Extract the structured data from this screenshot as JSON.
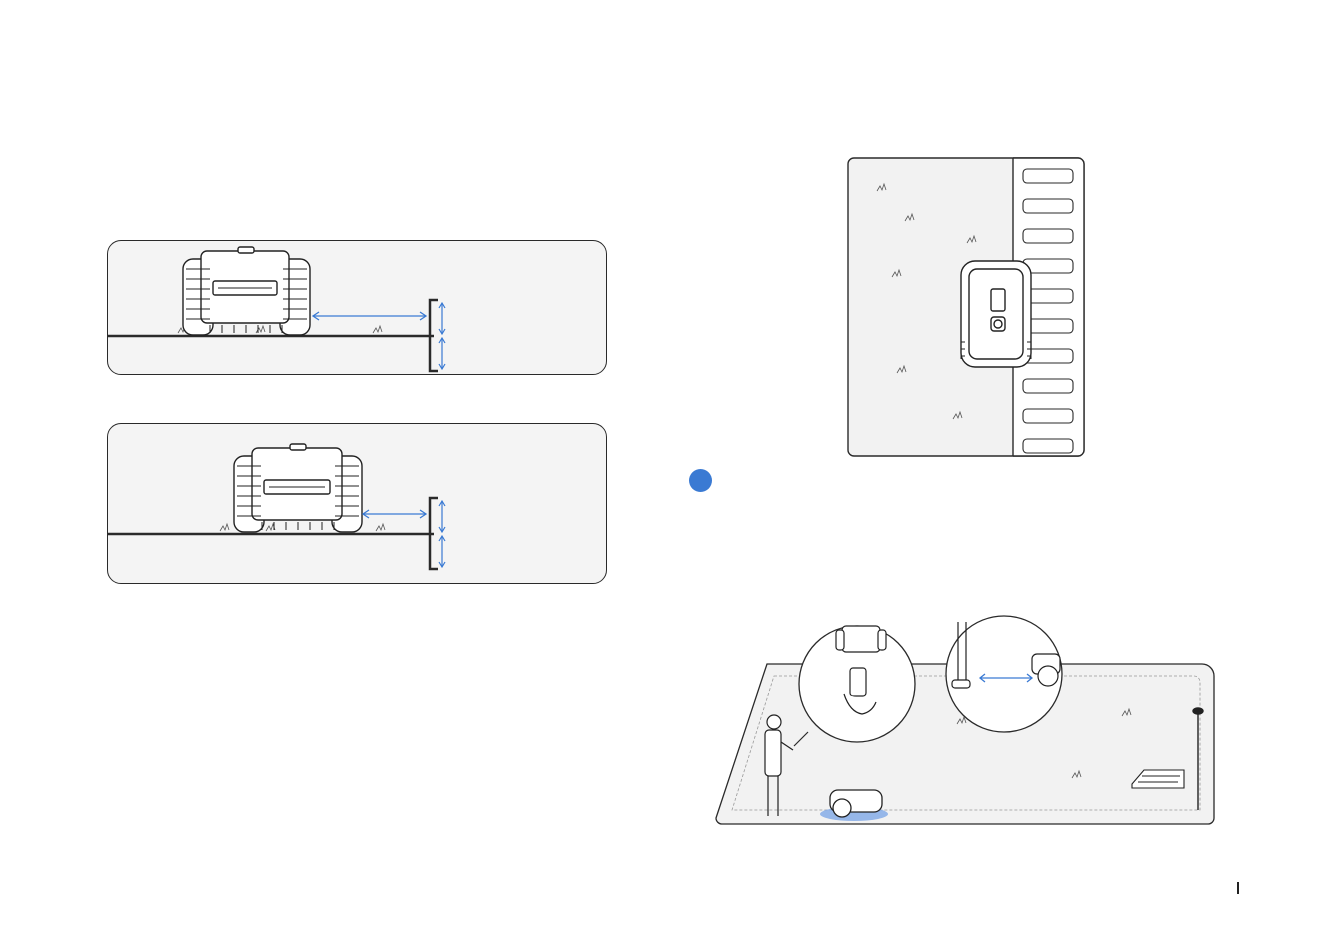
{
  "page": {
    "page_number": "",
    "step_badge_label": ""
  },
  "colors": {
    "accent_blue": "#3a7ad3",
    "line_dark": "#2a2a2a",
    "panel_fill": "#f4f4f4",
    "lawn_fill": "#f2f2f2"
  },
  "illustrations": {
    "edge_clearance_wall": {
      "icon": "mower-front-view-near-wall"
    },
    "edge_clearance_curb": {
      "icon": "mower-front-view-near-curb"
    },
    "top_view_path": {
      "icon": "mower-top-view-along-paving",
      "paving_slabs": 10
    },
    "lawn_setup": {
      "icon": "lawn-scene-with-user-phone-mower-antenna"
    }
  }
}
